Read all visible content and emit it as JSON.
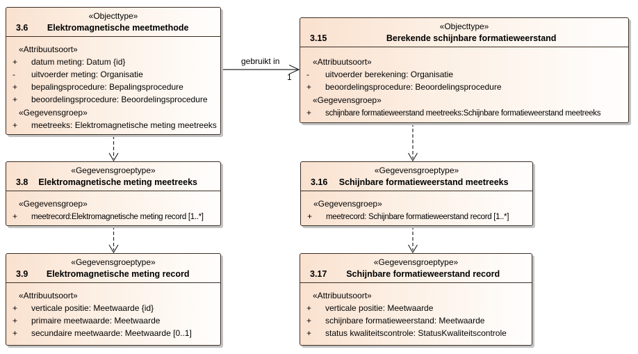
{
  "diagram": {
    "type": "uml-class-diagram",
    "colors": {
      "box_fill_left": "#fae1cf",
      "box_fill_right": "#fffefd",
      "box_border": "#3a2c22",
      "shadow": "#c4c4c4",
      "connector": "#262626",
      "background": "#ffffff"
    }
  },
  "boxes": [
    {
      "number": "3.6",
      "stereotype": "«Objecttype»",
      "title": "Elektromagnetische meetmethode",
      "sections": [
        {
          "heading": "«Attribuutsoort»",
          "rows": [
            {
              "vis": "+",
              "text": "datum meting: Datum {id}"
            },
            {
              "vis": "-",
              "text": "uitvoerder meting: Organisatie"
            },
            {
              "vis": "+",
              "text": "bepalingsprocedure: Bepalingsprocedure"
            },
            {
              "vis": "+",
              "text": "beoordelingsprocedure: Beoordelingsprocedure"
            }
          ]
        },
        {
          "heading": "«Gegevensgroep»",
          "rows": [
            {
              "vis": "+",
              "text": "meetreeks: Elektromagnetische meting meetreeks"
            }
          ]
        }
      ]
    },
    {
      "number": "3.15",
      "stereotype": "«Objecttype»",
      "title": "Berekende schijnbare formatieweerstand",
      "sections": [
        {
          "heading": "«Attribuutsoort»",
          "rows": [
            {
              "vis": "-",
              "text": "uitvoerder berekening: Organisatie"
            },
            {
              "vis": "+",
              "text": "beoordelingsprocedure: Beoordelingsprocedure"
            }
          ]
        },
        {
          "heading": "«Gegevensgroep»",
          "rows": [
            {
              "vis": "+",
              "text": "schijnbare formatieweerstand meetreeks:Schijnbare formatieweerstand meetreeks"
            }
          ]
        }
      ]
    },
    {
      "number": "3.8",
      "stereotype": "«Gegevensgroeptype»",
      "title": "Elektromagnetische meting meetreeks",
      "sections": [
        {
          "heading": "«Gegevensgroep»",
          "rows": [
            {
              "vis": "+",
              "text": "meetrecord:Elektromagnetische meting record [1..*]"
            }
          ]
        }
      ]
    },
    {
      "number": "3.16",
      "stereotype": "«Gegevensgroeptype»",
      "title": "Schijnbare formatieweerstand meetreeks",
      "sections": [
        {
          "heading": "«Gegevensgroep»",
          "rows": [
            {
              "vis": "+",
              "text": "meetrecord: Schijnbare formatieweerstand record [1..*]"
            }
          ]
        }
      ]
    },
    {
      "number": "3.9",
      "stereotype": "«Gegevensgroeptype»",
      "title": "Elektromagnetische meting record",
      "sections": [
        {
          "heading": "«Attribuutsoort»",
          "rows": [
            {
              "vis": "+",
              "text": "verticale positie: Meetwaarde {id}"
            },
            {
              "vis": "+",
              "text": "primaire meetwaarde: Meetwaarde"
            },
            {
              "vis": "+",
              "text": "secundaire meetwaarde: Meetwaarde [0..1]"
            }
          ]
        }
      ]
    },
    {
      "number": "3.17",
      "stereotype": "«Gegevensgroeptype»",
      "title": "Schijnbare formatieweerstand record",
      "sections": [
        {
          "heading": "«Attribuutsoort»",
          "rows": [
            {
              "vis": "+",
              "text": "verticale positie: Meetwaarde"
            },
            {
              "vis": "+",
              "text": "schijnbare formatieweerstand: Meetwaarde"
            },
            {
              "vis": "+",
              "text": "status kwaliteitscontrole: StatusKwaliteitscontrole"
            }
          ]
        }
      ]
    }
  ],
  "connectors": {
    "association": {
      "label": "gebruikt in",
      "target_multiplicity": "1"
    }
  }
}
